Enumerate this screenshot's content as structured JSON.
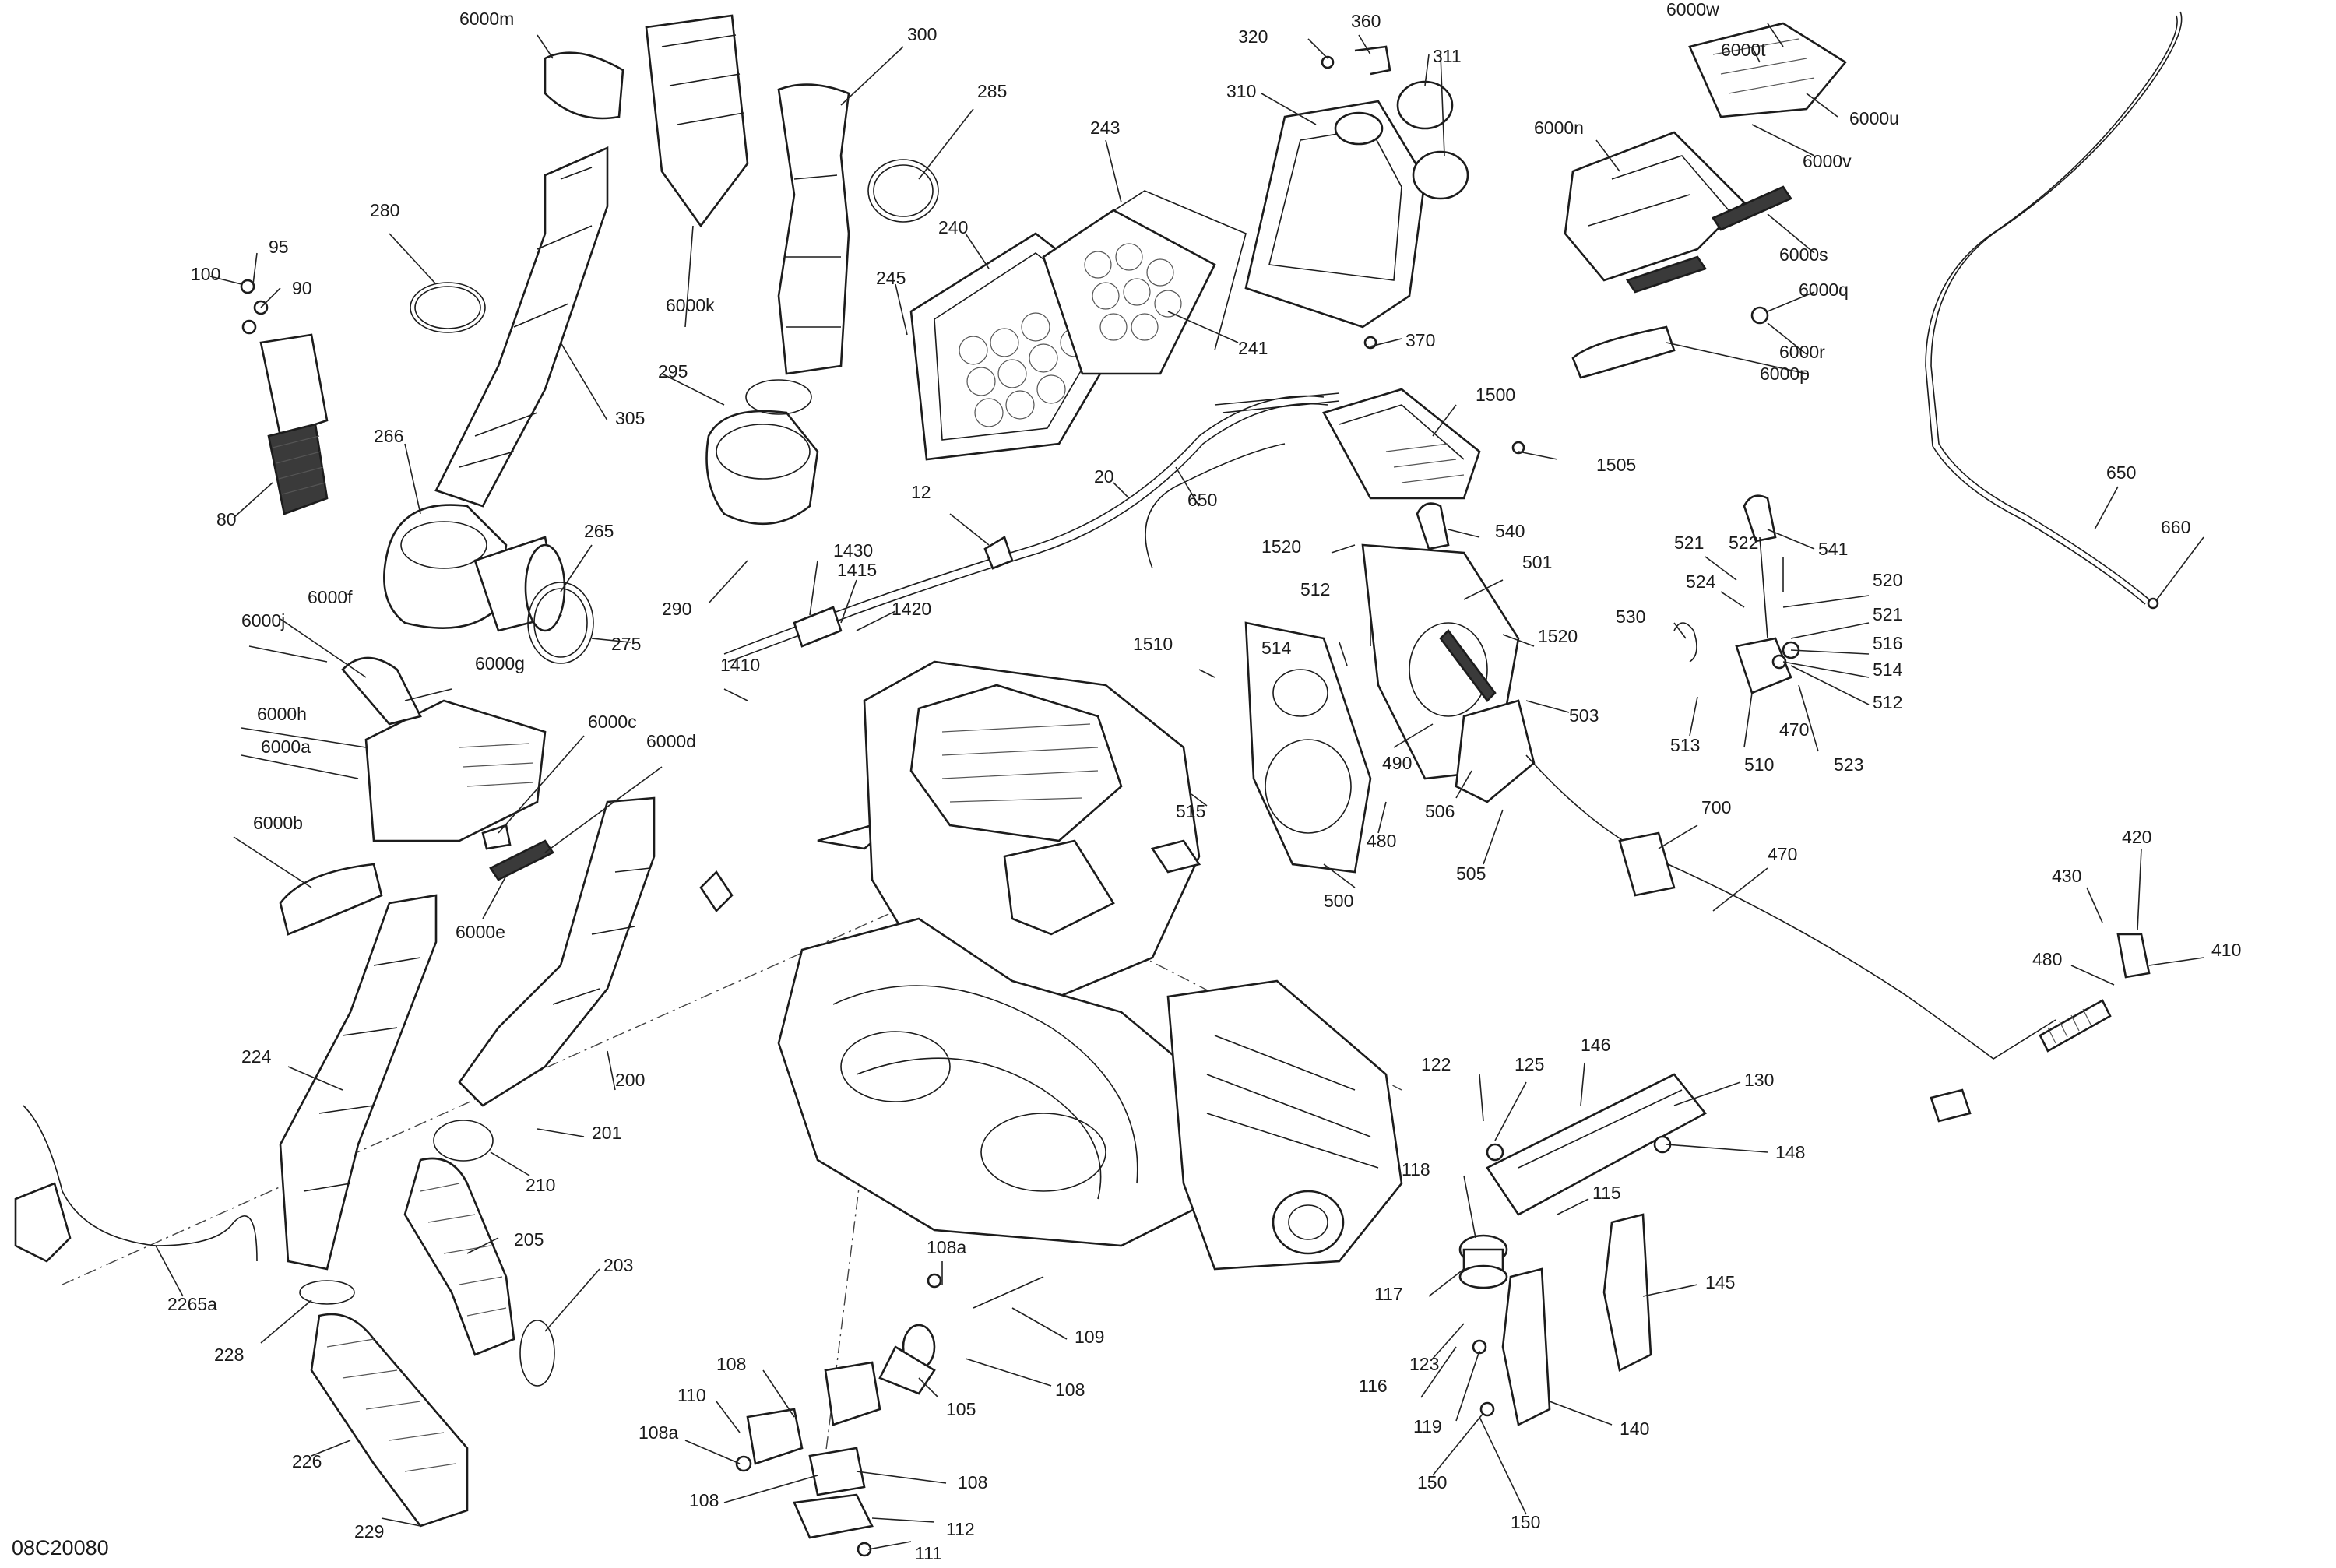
{
  "diagram": {
    "code": "08C20080",
    "labels": [
      "6000m",
      "6000k",
      "300",
      "285",
      "243",
      "320",
      "360",
      "311",
      "310",
      "6000w",
      "6000t",
      "6000u",
      "6000n",
      "6000v",
      "6000s",
      "6000q",
      "6000r",
      "6000p",
      "95",
      "100",
      "90",
      "280",
      "305",
      "240",
      "245",
      "241",
      "295",
      "370",
      "80",
      "266",
      "265",
      "275",
      "290",
      "650",
      "1500",
      "1505",
      "20",
      "12",
      "1430",
      "1415",
      "1420",
      "1520",
      "540",
      "501",
      "6000f",
      "6000j",
      "6000g",
      "6000h",
      "6000a",
      "6000c",
      "6000d",
      "6000b",
      "6000e",
      "1410",
      "1510",
      "514",
      "512",
      "1520",
      "503",
      "490",
      "480",
      "506",
      "505",
      "500",
      "515",
      "521",
      "522",
      "541",
      "524",
      "520",
      "521",
      "530",
      "516",
      "514",
      "512",
      "513",
      "510",
      "470",
      "523",
      "660",
      "650",
      "700",
      "470",
      "420",
      "430",
      "410",
      "480",
      "224",
      "200",
      "201",
      "210",
      "205",
      "203",
      "2265a",
      "228",
      "226",
      "229",
      "108a",
      "109",
      "108",
      "105",
      "108",
      "110",
      "108a",
      "108",
      "108",
      "112",
      "111",
      "122",
      "125",
      "146",
      "130",
      "148",
      "118",
      "115",
      "117",
      "123",
      "116",
      "119",
      "145",
      "140",
      "150",
      "150"
    ]
  }
}
